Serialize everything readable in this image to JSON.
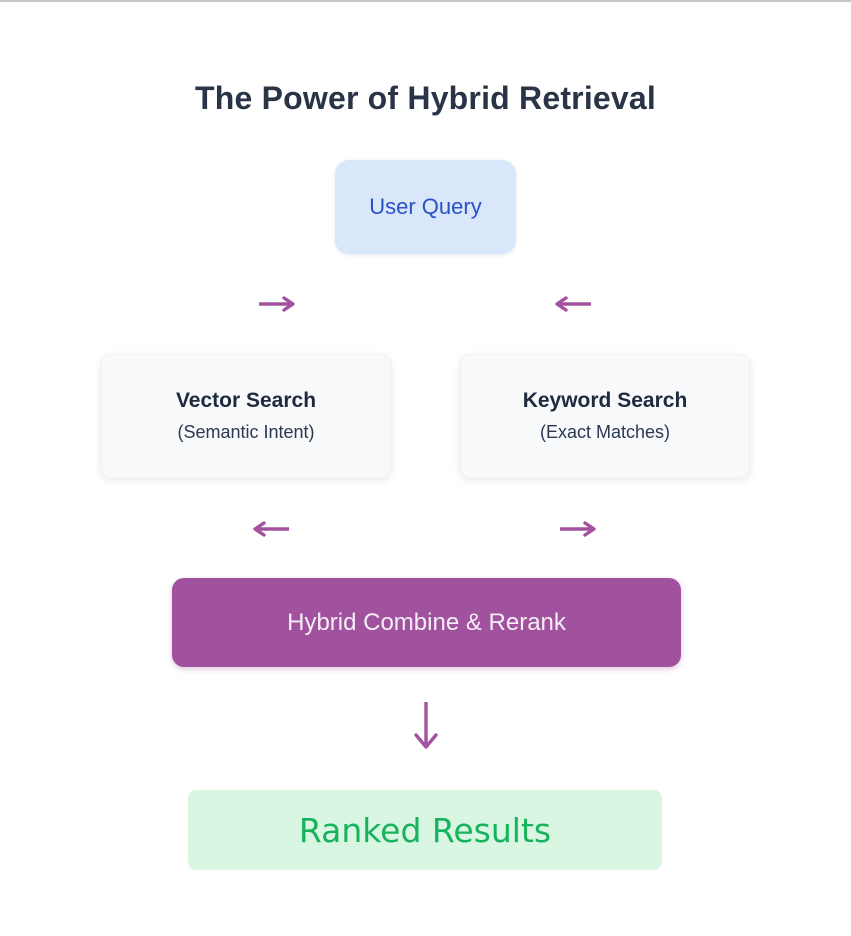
{
  "page": {
    "title": "The Power of Hybrid Retrieval"
  },
  "nodes": {
    "user_query": {
      "label": "User Query"
    },
    "vector_search": {
      "title": "Vector Search",
      "subtitle": "(Semantic Intent)"
    },
    "keyword_search": {
      "title": "Keyword Search",
      "subtitle": "(Exact Matches)"
    },
    "hybrid_combine": {
      "label": "Hybrid Combine & Rerank"
    },
    "ranked_results": {
      "label": "Ranked Results"
    }
  },
  "icons": {
    "arrow_right_top": "arrow-right-icon",
    "arrow_left_top": "arrow-left-icon",
    "arrow_left_mid": "arrow-left-icon",
    "arrow_right_mid": "arrow-right-icon",
    "arrow_down": "arrow-down-icon"
  },
  "colors": {
    "title_text": "#2a3447",
    "user_query_bg": "#d9e7fa",
    "user_query_text": "#2b51c7",
    "search_box_bg": "#f8f9fa",
    "search_box_text": "#1e2a3e",
    "hybrid_bg": "#a1529e",
    "hybrid_text": "#f4eef4",
    "ranked_bg": "#d9f6e3",
    "ranked_text": "#17b35c",
    "arrow": "#a2529f",
    "top_border": "#c6c8cb"
  }
}
